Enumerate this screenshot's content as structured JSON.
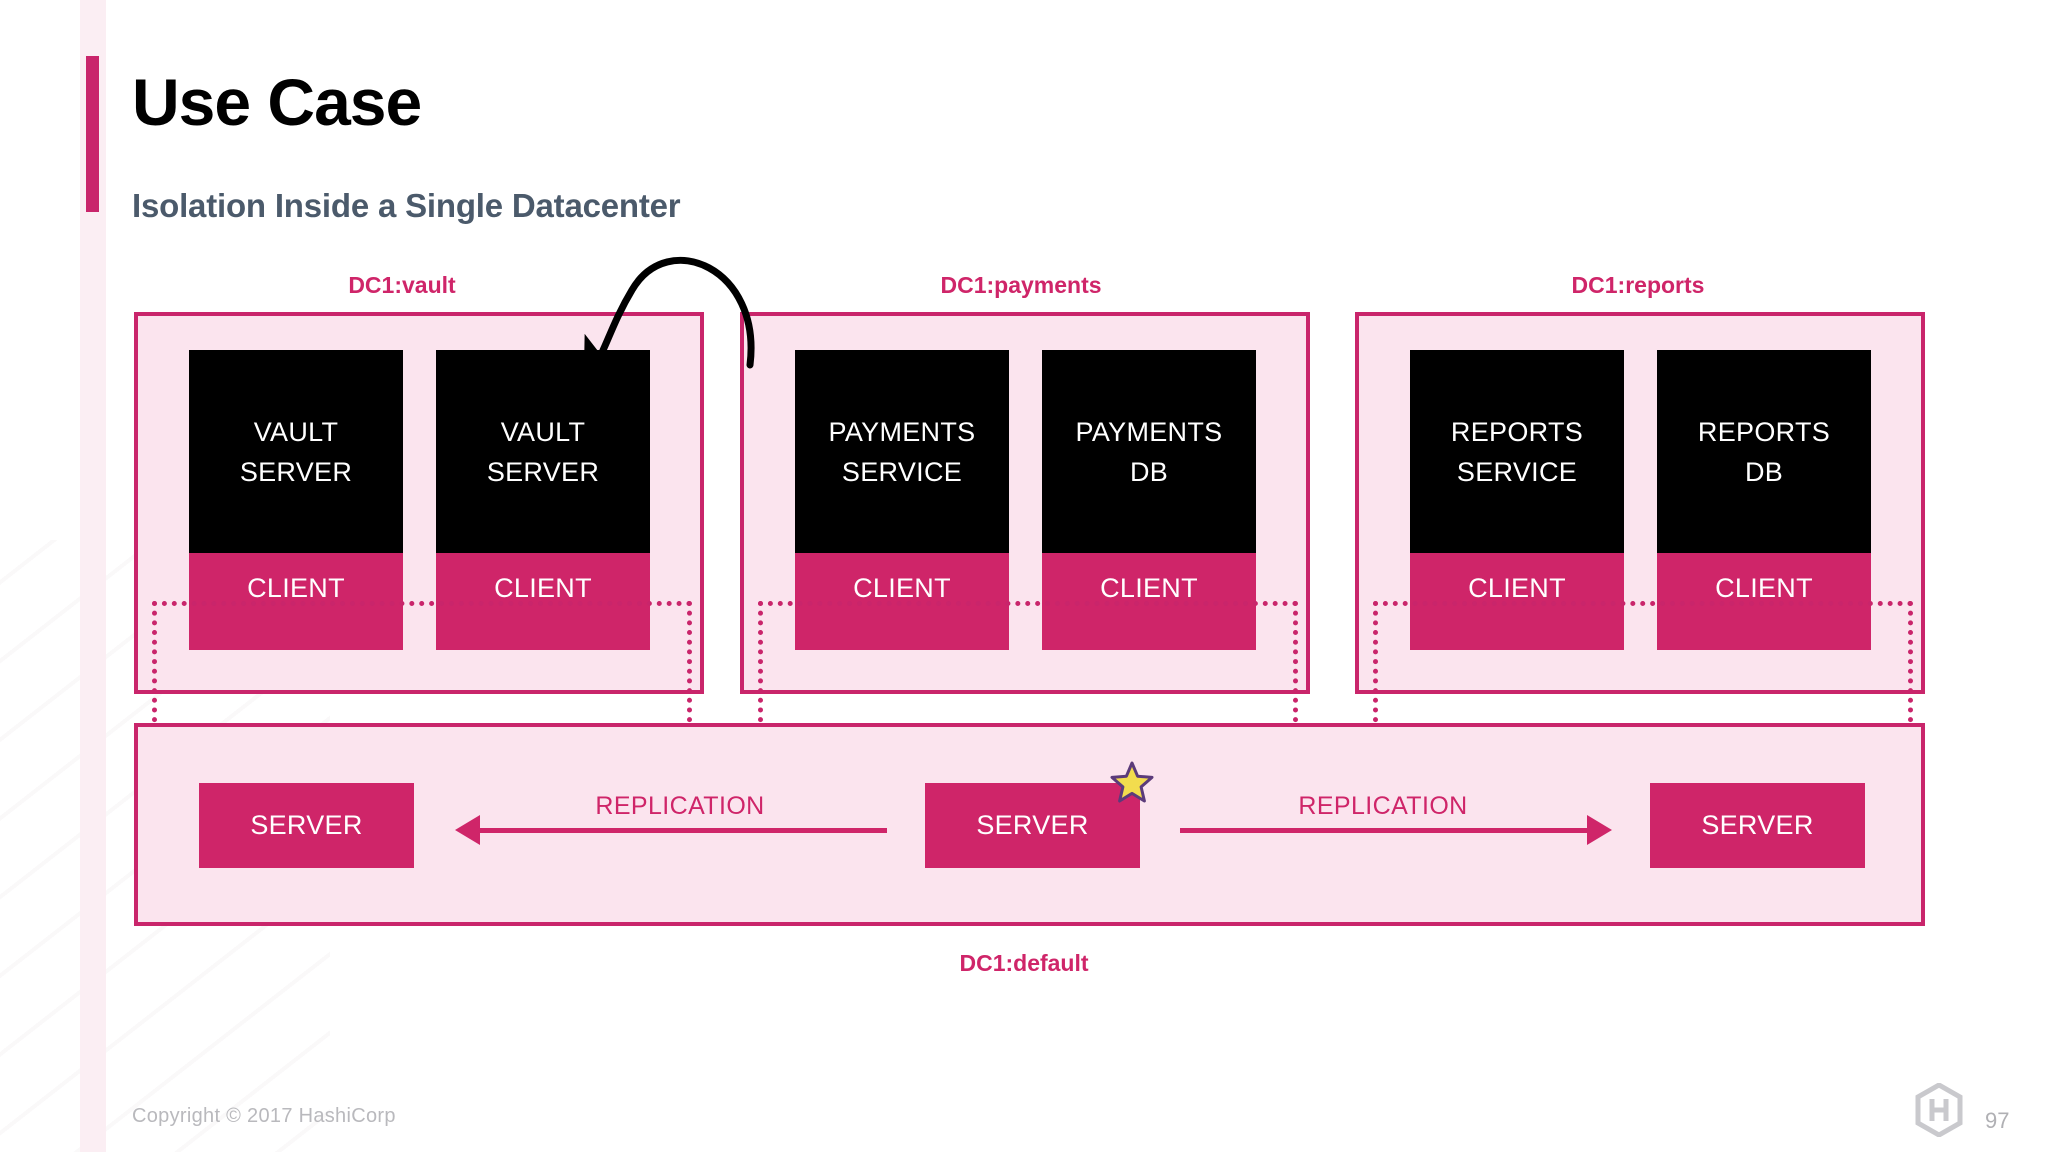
{
  "slide": {
    "title": "Use Case",
    "subtitle": "Isolation Inside a Single Datacenter",
    "page_number": "97",
    "copyright": "Copyright © 2017 HashiCorp",
    "logo_name": "hashicorp-logo"
  },
  "colors": {
    "accent_pink": "#c9256b",
    "node_pink": "#cf2569",
    "box_fill": "#fbe4ee",
    "stripe": "#fbeef3",
    "service_black": "#000000",
    "subtitle_slate": "#4b5a6b",
    "star_fill": "#f2dc4e",
    "star_stroke": "#5b3b7a",
    "footer_grey": "#b9b9bd"
  },
  "namespaces": [
    {
      "id": "vault",
      "label": "DC1:vault",
      "nodes": [
        {
          "service": "VAULT\nSERVER",
          "service_line1": "VAULT",
          "service_line2": "SERVER",
          "agent": "CLIENT"
        },
        {
          "service": "VAULT\nSERVER",
          "service_line1": "VAULT",
          "service_line2": "SERVER",
          "agent": "CLIENT"
        }
      ]
    },
    {
      "id": "payments",
      "label": "DC1:payments",
      "nodes": [
        {
          "service_line1": "PAYMENTS",
          "service_line2": "SERVICE",
          "agent": "CLIENT"
        },
        {
          "service_line1": "PAYMENTS",
          "service_line2": "DB",
          "agent": "CLIENT"
        }
      ]
    },
    {
      "id": "reports",
      "label": "DC1:reports",
      "nodes": [
        {
          "service_line1": "REPORTS",
          "service_line2": "SERVICE",
          "agent": "CLIENT"
        },
        {
          "service_line1": "REPORTS",
          "service_line2": "DB",
          "agent": "CLIENT"
        }
      ]
    }
  ],
  "default_tier": {
    "label": "DC1:default",
    "servers": [
      {
        "label": "SERVER"
      },
      {
        "label": "SERVER"
      },
      {
        "label": "SERVER"
      }
    ],
    "replication_links": [
      {
        "label": "REPLICATION",
        "direction": "left"
      },
      {
        "label": "REPLICATION",
        "direction": "right"
      }
    ]
  },
  "annotations": {
    "request_arrow_name": "payments-to-vault-arrow",
    "star_name": "highlight-star"
  }
}
